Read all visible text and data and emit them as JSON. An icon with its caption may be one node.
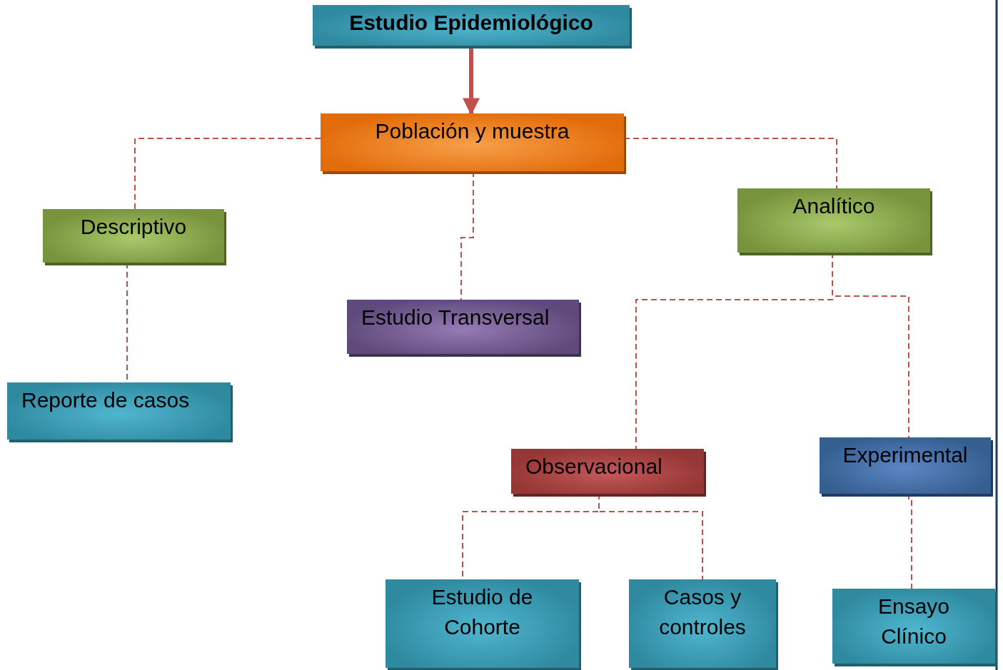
{
  "diagram": {
    "nodes": [
      {
        "text": [
          "Estudio Epidemiológico"
        ]
      },
      {
        "text": [
          "Población y muestra"
        ]
      },
      {
        "text": [
          "Descriptivo"
        ]
      },
      {
        "text": [
          "Estudio Transversal"
        ]
      },
      {
        "text": [
          "Analítico"
        ]
      },
      {
        "text": [
          "Reporte de casos"
        ]
      },
      {
        "text": [
          "Observacional"
        ]
      },
      {
        "text": [
          "Experimental"
        ]
      },
      {
        "text": [
          "Estudio de Cohorte"
        ]
      },
      {
        "text": [
          "Casos y controles"
        ]
      },
      {
        "text": [
          "Ensayo Clínico"
        ]
      }
    ],
    "edges": [
      {
        "from": 0,
        "to": 1,
        "arrow": "to",
        "style": "thick"
      },
      {
        "from": 1,
        "to": 2,
        "arrow": "none",
        "style": "dashed"
      },
      {
        "from": 1,
        "to": 3,
        "arrow": "none",
        "style": "dashed"
      },
      {
        "from": 1,
        "to": 4,
        "arrow": "none",
        "style": "dashed"
      },
      {
        "from": 2,
        "to": 5,
        "arrow": "none",
        "style": "dashed"
      },
      {
        "from": 4,
        "to": 6,
        "arrow": "none",
        "style": "dashed"
      },
      {
        "from": 4,
        "to": 7,
        "arrow": "none",
        "style": "dashed"
      },
      {
        "from": 6,
        "to": 8,
        "arrow": "none",
        "style": "dashed"
      },
      {
        "from": 6,
        "to": 9,
        "arrow": "none",
        "style": "dashed"
      },
      {
        "from": 7,
        "to": 10,
        "arrow": "none",
        "style": "dashed"
      }
    ]
  }
}
